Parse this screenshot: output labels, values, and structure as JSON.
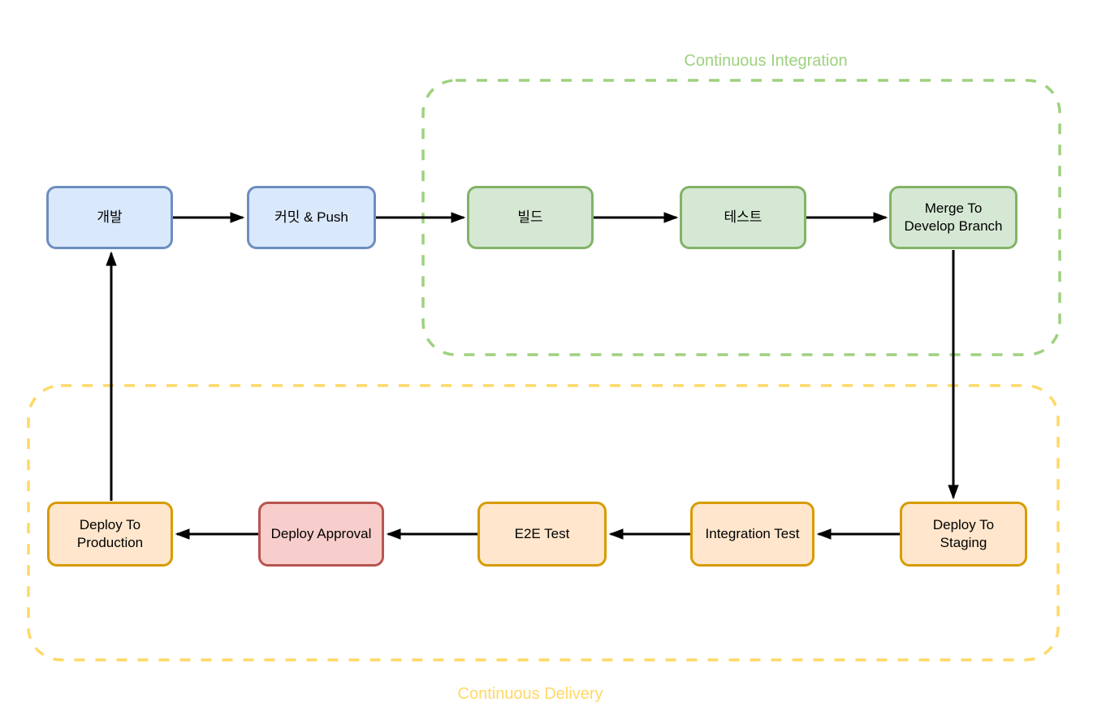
{
  "diagram": {
    "type": "flowchart",
    "background": "#ffffff",
    "edge_color": "#000000",
    "containers": [
      {
        "id": "ci",
        "label": "Continuous Integration",
        "color": "#9ed17f",
        "border_style": "dashed"
      },
      {
        "id": "cd",
        "label": "Continuous Delivery",
        "color": "#ffd966",
        "border_style": "dashed"
      }
    ],
    "nodes": [
      {
        "id": "dev",
        "label": "개발",
        "fill": "#dae8fc",
        "stroke": "#6c8ebf",
        "container": null
      },
      {
        "id": "commit-push",
        "label": "커밋 & Push",
        "fill": "#dae8fc",
        "stroke": "#6c8ebf",
        "container": null
      },
      {
        "id": "build",
        "label": "빌드",
        "fill": "#d5e8d4",
        "stroke": "#82b366",
        "container": "ci"
      },
      {
        "id": "test",
        "label": "테스트",
        "fill": "#d5e8d4",
        "stroke": "#82b366",
        "container": "ci"
      },
      {
        "id": "merge",
        "label": "Merge To\nDevelop Branch",
        "fill": "#d5e8d4",
        "stroke": "#82b366",
        "container": "ci"
      },
      {
        "id": "deploy-production",
        "label": "Deploy To\nProduction",
        "fill": "#ffe6cc",
        "stroke": "#d79b00",
        "container": "cd"
      },
      {
        "id": "deploy-approval",
        "label": "Deploy Approval",
        "fill": "#f8cecc",
        "stroke": "#b85450",
        "container": "cd"
      },
      {
        "id": "e2e-test",
        "label": "E2E Test",
        "fill": "#ffe6cc",
        "stroke": "#d79b00",
        "container": "cd"
      },
      {
        "id": "integration-test",
        "label": "Integration Test",
        "fill": "#ffe6cc",
        "stroke": "#d79b00",
        "container": "cd"
      },
      {
        "id": "deploy-staging",
        "label": "Deploy To\nStaging",
        "fill": "#ffe6cc",
        "stroke": "#d79b00",
        "container": "cd"
      }
    ],
    "edges": [
      {
        "from": "dev",
        "to": "commit-push"
      },
      {
        "from": "commit-push",
        "to": "build"
      },
      {
        "from": "build",
        "to": "test"
      },
      {
        "from": "test",
        "to": "merge"
      },
      {
        "from": "merge",
        "to": "deploy-staging"
      },
      {
        "from": "deploy-staging",
        "to": "integration-test"
      },
      {
        "from": "integration-test",
        "to": "e2e-test"
      },
      {
        "from": "e2e-test",
        "to": "deploy-approval"
      },
      {
        "from": "deploy-approval",
        "to": "deploy-production"
      },
      {
        "from": "deploy-production",
        "to": "dev"
      }
    ]
  }
}
